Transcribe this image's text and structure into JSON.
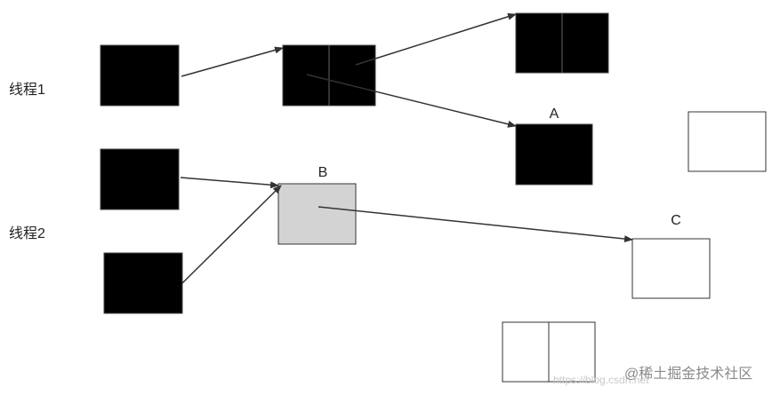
{
  "lanes": {
    "thread1": "线程1",
    "thread2": "线程2"
  },
  "labels": {
    "a": "A",
    "b": "B",
    "c": "C"
  },
  "watermark": {
    "main": "@稀土掘金技术社区",
    "faint": "https://blog.csdn.net"
  },
  "colors": {
    "filled": "#000000",
    "highlight": "#d3d3d3",
    "empty": "#ffffff",
    "stroke": "#333333"
  }
}
